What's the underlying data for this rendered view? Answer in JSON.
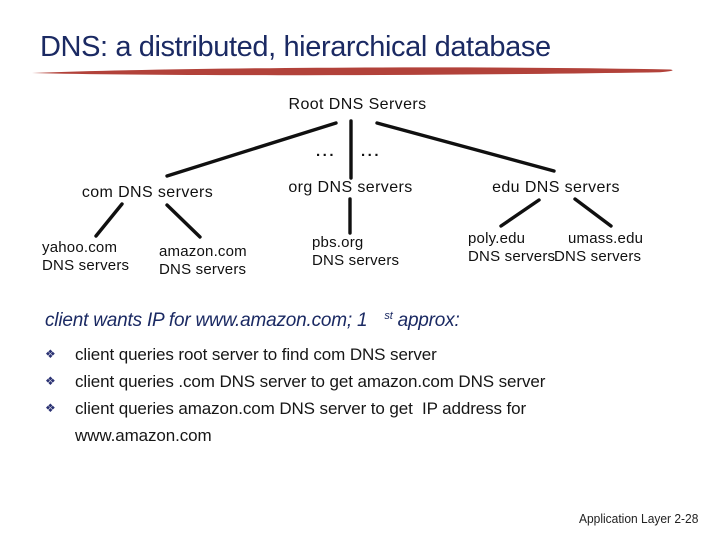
{
  "slide": {
    "title": "DNS: a distributed, hierarchical database",
    "footer": "Application Layer 2-28"
  },
  "colors": {
    "title_navy": "#1b2a63",
    "underline_red": "#b2423a",
    "tree_black": "#101010",
    "bullet_marker_navy": "#2b3273"
  },
  "tree": {
    "root": {
      "label": "Root DNS Servers"
    },
    "ellipsis_left": "...",
    "ellipsis_right": "...",
    "tlds": {
      "com": {
        "label": "com DNS servers"
      },
      "org": {
        "label": "org DNS servers"
      },
      "edu": {
        "label": "edu DNS servers"
      }
    },
    "leaves": {
      "yahoo": {
        "line1": "yahoo.com",
        "line2": "DNS servers"
      },
      "amazon": {
        "line1": "amazon.com",
        "line2": "DNS servers"
      },
      "pbs": {
        "line1": "pbs.org",
        "line2": "DNS servers"
      },
      "poly": {
        "line1": "poly.edu",
        "line2": "DNS servers"
      },
      "umass": {
        "line1": "umass.edu",
        "line2": "DNS servers"
      }
    }
  },
  "body": {
    "intro": {
      "lead": "client wants IP for www.amazon.com; 1",
      "sup": "st",
      "tail": "approx:"
    },
    "bullets": [
      {
        "marker": "❖",
        "text": "client queries root server to find com DNS server"
      },
      {
        "marker": "❖",
        "text": "client queries .com DNS server to get amazon.com DNS server"
      },
      {
        "marker": "❖",
        "text": "client queries amazon.com DNS server to get  IP address for www.amazon.com"
      }
    ]
  }
}
